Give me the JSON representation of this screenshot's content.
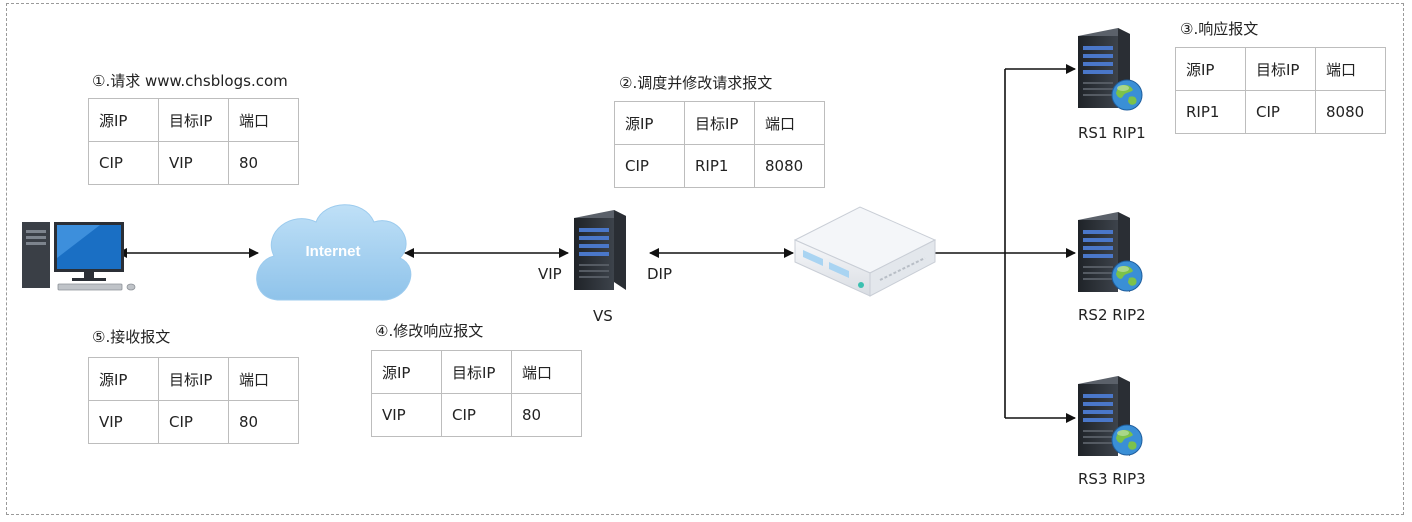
{
  "tables": [
    {
      "caption": "①.请求 www.chsblogs.com",
      "headers": [
        "源IP",
        "目标IP",
        "端口"
      ],
      "values": [
        "CIP",
        "VIP",
        "80"
      ]
    },
    {
      "caption": "②.调度并修改请求报文",
      "headers": [
        "源IP",
        "目标IP",
        "端口"
      ],
      "values": [
        "CIP",
        "RIP1",
        "8080"
      ]
    },
    {
      "caption": "③.响应报文",
      "headers": [
        "源IP",
        "目标IP",
        "端口"
      ],
      "values": [
        "RIP1",
        "CIP",
        "8080"
      ]
    },
    {
      "caption": "④.修改响应报文",
      "headers": [
        "源IP",
        "目标IP",
        "端口"
      ],
      "values": [
        "VIP",
        "CIP",
        "80"
      ]
    },
    {
      "caption": "⑤.接收报文",
      "headers": [
        "源IP",
        "目标IP",
        "端口"
      ],
      "values": [
        "VIP",
        "CIP",
        "80"
      ]
    }
  ],
  "labels": {
    "internet": "Internet",
    "vip": "VIP",
    "dip": "DIP",
    "vs": "VS",
    "rs1": "RS1 RIP1",
    "rs2": "RS2 RIP2",
    "rs3": "RS3 RIP3"
  },
  "colors": {
    "server": "#2b2f36",
    "server_light": "#4a77c9",
    "cloud": "#a9d3f2",
    "screen": "#1a6fc4",
    "globe": "#3a8fd6"
  },
  "icons": [
    "computer-icon",
    "cloud-icon",
    "server-icon",
    "switch-icon",
    "globe-icon"
  ]
}
